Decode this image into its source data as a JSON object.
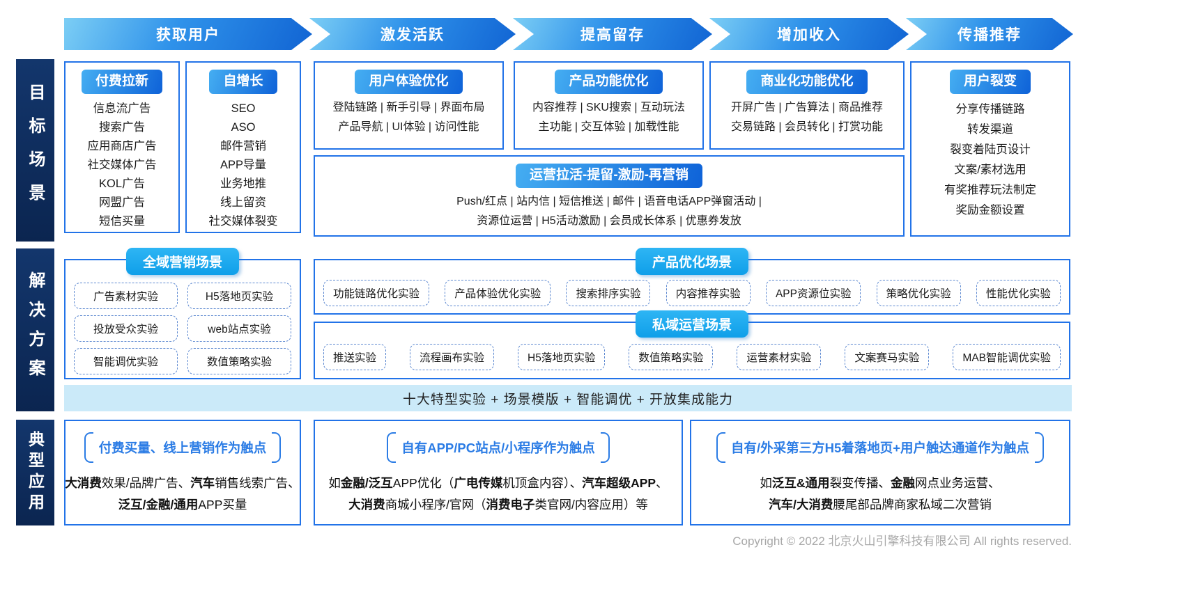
{
  "funnel": {
    "stages": [
      "获取用户",
      "激发活跃",
      "提高留存",
      "增加收入",
      "传播推荐"
    ]
  },
  "sidebar": {
    "sections": [
      "目标场景",
      "解决方案",
      "典型应用"
    ]
  },
  "goal": {
    "paid_acquisition": {
      "title": "付费拉新",
      "items": [
        "信息流广告",
        "搜索广告",
        "应用商店广告",
        "社交媒体广告",
        "KOL广告",
        "网盟广告",
        "短信买量"
      ]
    },
    "organic_growth": {
      "title": "自增长",
      "items": [
        "SEO",
        "ASO",
        "邮件营销",
        "APP导量",
        "业务地推",
        "线上留资",
        "社交媒体裂变"
      ]
    },
    "ux_optimization": {
      "title": "用户体验优化",
      "lines": [
        "登陆链路 | 新手引导 | 界面布局",
        "产品导航 | UI体验 | 访问性能"
      ]
    },
    "feature_optimization": {
      "title": "产品功能优化",
      "lines": [
        "内容推荐 | SKU搜索 | 互动玩法",
        "主功能 | 交互体验 | 加载性能"
      ]
    },
    "monetization_optimization": {
      "title": "商业化功能优化",
      "lines": [
        "开屏广告 | 广告算法 | 商品推荐",
        "交易链路 | 会员转化 | 打赏功能"
      ]
    },
    "operations": {
      "title": "运营拉活-提留-激励-再营销",
      "lines": [
        "Push/红点 | 站内信 | 短信推送 | 邮件 | 语音电话APP弹窗活动 |",
        "资源位运营 | H5活动激励 | 会员成长体系 | 优惠券发放"
      ]
    },
    "user_fission": {
      "title": "用户裂变",
      "items": [
        "分享传播链路",
        "转发渠道",
        "裂变着陆页设计",
        "文案/素材选用",
        "有奖推荐玩法制定",
        "奖励金额设置"
      ]
    }
  },
  "solution": {
    "omni_marketing": {
      "title": "全域营销场景",
      "items": [
        "广告素材实验",
        "H5落地页实验",
        "投放受众实验",
        "web站点实验",
        "智能调优实验",
        "数值策略实验"
      ]
    },
    "product_optimization": {
      "title": "产品优化场景",
      "items": [
        "功能链路优化实验",
        "产品体验优化实验",
        "搜索排序实验",
        "内容推荐实验",
        "APP资源位实验",
        "策略优化实验",
        "性能优化实验"
      ]
    },
    "private_domain": {
      "title": "私域运营场景",
      "items": [
        "推送实验",
        "流程画布实验",
        "H5落地页实验",
        "数值策略实验",
        "运营素材实验",
        "文案赛马实验",
        "MAB智能调优实验"
      ]
    },
    "capability_strip": "十大特型实验 + 场景模版 + 智能调优 + 开放集成能力"
  },
  "application": {
    "touchpoint_paid": {
      "title": "付费买量、线上营销作为触点",
      "body": [
        [
          {
            "t": "大消费",
            "b": true
          },
          {
            "t": "效果/品牌广告、",
            "b": false
          },
          {
            "t": "汽车",
            "b": true
          },
          {
            "t": "销售线索广告、",
            "b": false
          }
        ],
        [
          {
            "t": "泛互/金融/通用",
            "b": true
          },
          {
            "t": "APP买量",
            "b": false
          }
        ]
      ]
    },
    "touchpoint_owned": {
      "title": "自有APP/PC站点/小程序作为触点",
      "body": [
        [
          {
            "t": "如",
            "b": false
          },
          {
            "t": "金融/泛互",
            "b": true
          },
          {
            "t": "APP优化（",
            "b": false
          },
          {
            "t": "广电传媒",
            "b": true
          },
          {
            "t": "机顶盒内容）、",
            "b": false
          },
          {
            "t": "汽车超级APP",
            "b": true
          },
          {
            "t": "、",
            "b": false
          }
        ],
        [
          {
            "t": "大消费",
            "b": true
          },
          {
            "t": "商城小程序/官网（",
            "b": false
          },
          {
            "t": "消费电子",
            "b": true
          },
          {
            "t": "类官网/内容应用）等",
            "b": false
          }
        ]
      ]
    },
    "touchpoint_h5": {
      "title": "自有/外采第三方H5着落地页+用户触达通道作为触点",
      "body": [
        [
          {
            "t": "如",
            "b": false
          },
          {
            "t": "泛互&通用",
            "b": true
          },
          {
            "t": "裂变传播、",
            "b": false
          },
          {
            "t": "金融",
            "b": true
          },
          {
            "t": "网点业务运营、",
            "b": false
          }
        ],
        [
          {
            "t": "汽车/大消费",
            "b": true
          },
          {
            "t": "腰尾部品牌商家私域二次营销",
            "b": false
          }
        ]
      ]
    }
  },
  "footer": {
    "copyright": "Copyright © 2022 北京火山引擎科技有限公司 All rights reserved."
  }
}
